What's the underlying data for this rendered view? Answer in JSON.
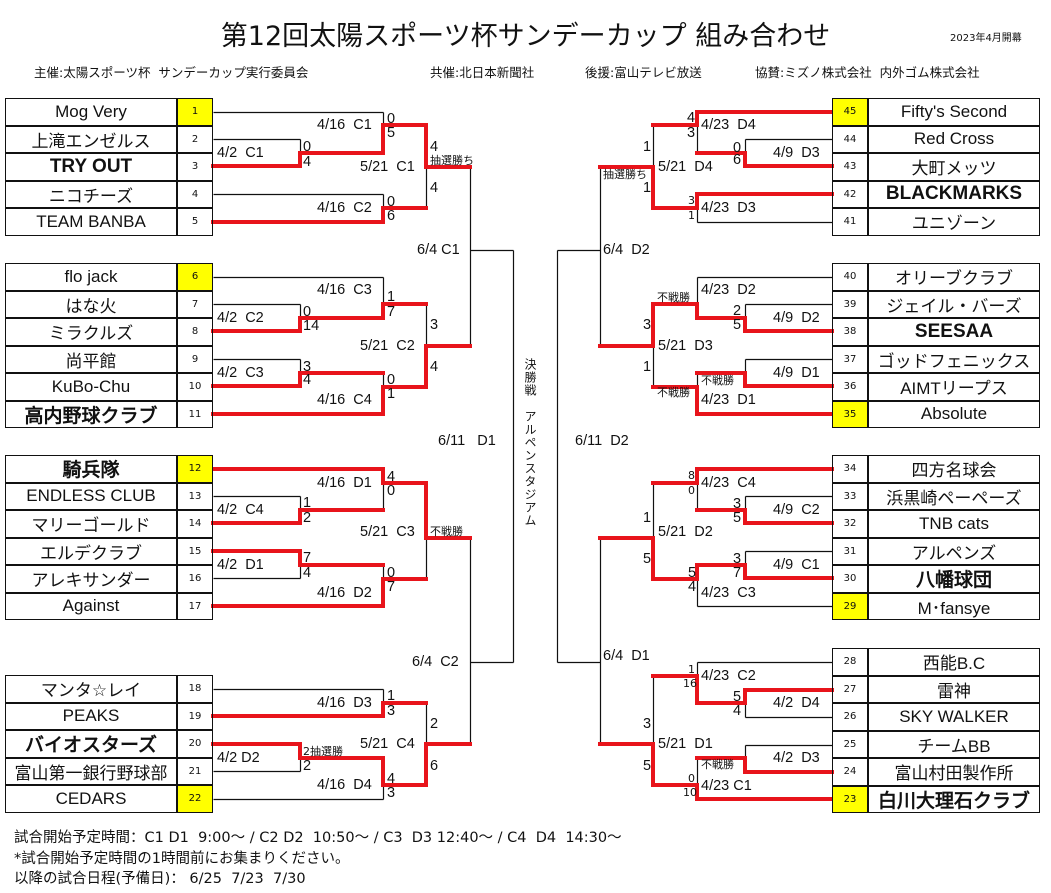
{
  "header": {
    "title": "第12回太陽スポーツ杯サンデーカップ  組み合わせ",
    "opened": "2023年4月開幕",
    "organizer": "主催:太陽スポーツ杯  サンデーカップ実行委員会",
    "cosponsor": "共催:北日本新聞社",
    "support": "後援:富山テレビ放送",
    "sponsors": "協賛:ミズノ株式会社  内外ゴム株式会社"
  },
  "colors": {
    "winner_line": "#e8141b",
    "line": "#111111",
    "seed": "#ffff00"
  },
  "left_groups": [
    [
      {
        "no": "1",
        "name": "Mog Very",
        "seed": true
      },
      {
        "no": "2",
        "name": "上滝エンゼルス"
      },
      {
        "no": "3",
        "name": "TRY OUT",
        "bold": true
      },
      {
        "no": "4",
        "name": "ニコチーズ"
      },
      {
        "no": "5",
        "name": "TEAM BANBA"
      }
    ],
    [
      {
        "no": "6",
        "name": "flo jack",
        "seed": true
      },
      {
        "no": "7",
        "name": "はな火"
      },
      {
        "no": "8",
        "name": "ミラクルズ"
      },
      {
        "no": "9",
        "name": "尚平館"
      },
      {
        "no": "10",
        "name": "KuBo-Chu"
      },
      {
        "no": "11",
        "name": "高内野球クラブ",
        "bold": true
      }
    ],
    [
      {
        "no": "12",
        "name": "騎兵隊",
        "seed": true,
        "bold": true
      },
      {
        "no": "13",
        "name": "ENDLESS CLUB"
      },
      {
        "no": "14",
        "name": "マリーゴールド"
      },
      {
        "no": "15",
        "name": "エルデクラブ"
      },
      {
        "no": "16",
        "name": "アレキサンダー"
      },
      {
        "no": "17",
        "name": "Against"
      }
    ],
    [
      {
        "no": "18",
        "name": "マンタ☆レイ"
      },
      {
        "no": "19",
        "name": "PEAKS"
      },
      {
        "no": "20",
        "name": "バイオスターズ",
        "bold": true
      },
      {
        "no": "21",
        "name": "富山第一銀行野球部"
      },
      {
        "no": "22",
        "name": "CEDARS",
        "seed": true
      }
    ]
  ],
  "right_groups": [
    [
      {
        "no": "45",
        "name": "Fifty's Second",
        "seed": true
      },
      {
        "no": "44",
        "name": "Red Cross"
      },
      {
        "no": "43",
        "name": "大町メッツ"
      },
      {
        "no": "42",
        "name": "BLACKMARKS",
        "bold": true
      },
      {
        "no": "41",
        "name": "ユニゾーン"
      }
    ],
    [
      {
        "no": "40",
        "name": "オリーブクラブ"
      },
      {
        "no": "39",
        "name": "ジェイル・バーズ"
      },
      {
        "no": "38",
        "name": "SEESAA",
        "bold": true
      },
      {
        "no": "37",
        "name": "ゴッドフェニックス"
      },
      {
        "no": "36",
        "name": "AIMTリープス"
      },
      {
        "no": "35",
        "name": "Absolute",
        "seed": true
      }
    ],
    [
      {
        "no": "34",
        "name": "四方名球会"
      },
      {
        "no": "33",
        "name": "浜黒崎ペーペーズ"
      },
      {
        "no": "32",
        "name": "TNB cats"
      },
      {
        "no": "31",
        "name": "アルペンズ"
      },
      {
        "no": "30",
        "name": "八幡球団",
        "bold": true
      },
      {
        "no": "29",
        "name": "M･fansye",
        "seed": true
      }
    ],
    [
      {
        "no": "28",
        "name": "西能B.C"
      },
      {
        "no": "27",
        "name": "雷神"
      },
      {
        "no": "26",
        "name": "SKY WALKER"
      },
      {
        "no": "25",
        "name": "チームBB"
      },
      {
        "no": "24",
        "name": "富山村田製作所"
      },
      {
        "no": "23",
        "name": "白川大理石クラブ",
        "seed": true,
        "bold": true
      }
    ]
  ],
  "bracket": {
    "final_venue": "決勝戦　アルペンスタジアム",
    "labels": [
      "4/16  C1",
      "0",
      "5",
      "4/2  C1",
      "0",
      "4",
      "5/21  C1",
      "4",
      "抽選勝ち",
      "4",
      "4/16  C2",
      "0",
      "6",
      "6/4 C1",
      "4/16  C3",
      "1",
      "7",
      "4/2  C2",
      "0",
      "14",
      "3",
      "5/21  C2",
      "4",
      "4/2  C3",
      "3",
      "4",
      "4/16  C4",
      "0",
      "1",
      "6/11   D1",
      "4/16  D1",
      "4",
      "0",
      "4/2  C4",
      "1",
      "2",
      "5/21  C3",
      "不戦勝",
      "4/2  D1",
      "7",
      "4",
      "4/16  D2",
      "0",
      "7",
      "6/4  C2",
      "4/16  D3",
      "1",
      "3",
      "4/2 D2",
      "2抽選勝",
      "2",
      "5/21  C4",
      "2",
      "6",
      "4/16  D4",
      "4",
      "3",
      "4",
      "3",
      "4/23  D4",
      "0",
      "6",
      "4/9  D3",
      "1",
      "5/21  D4",
      "抽選勝ち",
      "1",
      "3",
      "1",
      "4/23  D3",
      "6/4  D2",
      "不戦勝",
      "4/23  D2",
      "2",
      "5",
      "4/9  D2",
      "3",
      "5/21  D3",
      "1",
      "4/9  D1",
      "不戦勝",
      "不戦勝",
      "4/23  D1",
      "6/11  D2",
      "8",
      "0",
      "4/23  C4",
      "3",
      "5",
      "4/9  C2",
      "1",
      "5/21  D2",
      "5",
      "3",
      "7",
      "4/9  C1",
      "5",
      "4",
      "4/23  C3",
      "6/4  D1",
      "1",
      "16",
      "4/23  C2",
      "5",
      "4",
      "4/2  D4",
      "3",
      "5/21  D1",
      "5",
      "4/2  D3",
      "不戦勝",
      "0",
      "10",
      "4/23 C1"
    ]
  },
  "footer": {
    "times": "試合開始予定時間：C1 D1  9:00～ / C2 D2  10:50～ / C3  D3 12:40～ / C4  D4  14:30～",
    "note": "*試合開始予定時間の1時間前にお集まりください。",
    "reserve": "以降の試合日程(予備日)： 6/25  7/23  7/30"
  }
}
